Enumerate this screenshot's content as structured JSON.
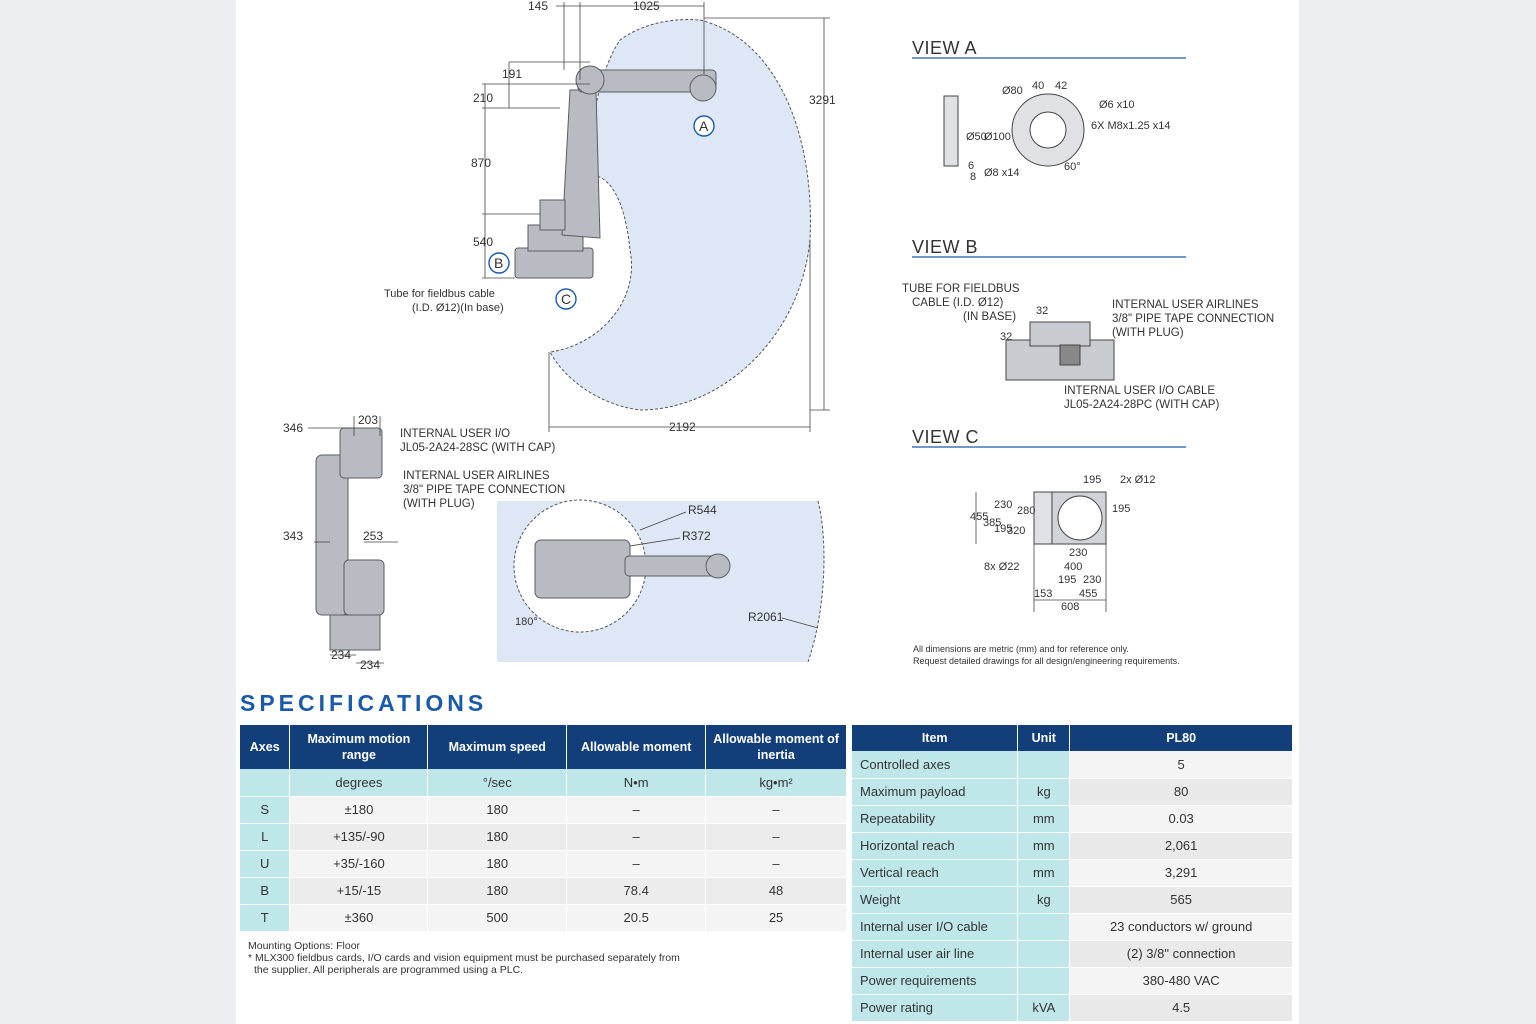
{
  "drawing": {
    "side_view": {
      "dims": [
        "145",
        "1025",
        "191",
        "210",
        "870",
        "540",
        "3291",
        "2192"
      ],
      "callouts": [
        "A",
        "B",
        "C"
      ],
      "base_tube_note": [
        "Tube for fieldbus cable",
        "(I.D. Ø12)(In base)"
      ]
    },
    "rear_view": {
      "dims": [
        "346",
        "203",
        "343",
        "253",
        "234",
        "234"
      ],
      "io_note": [
        "INTERNAL USER I/O",
        "JL05-2A24-28SC (WITH CAP)"
      ],
      "air_note": [
        "INTERNAL USER AIRLINES",
        "3/8\" PIPE TAPE CONNECTION",
        "(WITH PLUG)"
      ]
    },
    "top_view": {
      "dims": [
        "R544",
        "R372",
        "R2061",
        "180°"
      ]
    },
    "view_a": {
      "title": "VIEW A",
      "dims": [
        "40",
        "42",
        "Ø80",
        "Ø6 x10",
        "6X M8x1.25 x14",
        "Ø50",
        "Ø100",
        "6",
        "8",
        "Ø8 x14",
        "60°"
      ]
    },
    "view_b": {
      "title": "VIEW B",
      "tube_note": [
        "TUBE FOR FIELDBUS",
        "CABLE (I.D. Ø12)",
        "(IN BASE)"
      ],
      "dims": [
        "32",
        "32"
      ],
      "air_note": [
        "INTERNAL USER AIRLINES",
        "3/8\" PIPE TAPE CONNECTION",
        "(WITH PLUG)"
      ],
      "io_note": [
        "INTERNAL USER I/O CABLE",
        "JL05-2A24-28PC (WITH CAP)"
      ]
    },
    "view_c": {
      "title": "VIEW C",
      "dims": [
        "195",
        "2x  Ø12",
        "455",
        "385",
        "195",
        "230",
        "320",
        "280",
        "195",
        "230",
        "400",
        "8x Ø22",
        "195",
        "230",
        "153",
        "455",
        "608"
      ]
    },
    "dimensions_note": [
      "All dimensions are metric (mm) and for reference only.",
      "Request detailed drawings for all design/engineering requirements."
    ]
  },
  "specifications": {
    "heading": "SPECIFICATIONS",
    "axes_table": {
      "headers": [
        "Axes",
        "Maximum motion range",
        "Maximum speed",
        "Allowable moment",
        "Allowable moment of inertia"
      ],
      "units": [
        "",
        "degrees",
        "°/sec",
        "N•m",
        "kg•m²"
      ],
      "rows": [
        [
          "S",
          "±180",
          "180",
          "–",
          "–"
        ],
        [
          "L",
          "+135/-90",
          "180",
          "–",
          "–"
        ],
        [
          "U",
          "+35/-160",
          "180",
          "–",
          "–"
        ],
        [
          "B",
          "+15/-15",
          "180",
          "78.4",
          "48"
        ],
        [
          "T",
          "±360",
          "500",
          "20.5",
          "25"
        ]
      ]
    },
    "footnote": [
      "Mounting Options: Floor",
      "* MLX300 fieldbus cards, I/O cards and vision equipment must be purchased separately from",
      "the supplier. All peripherals are programmed using a PLC."
    ],
    "item_table": {
      "headers": [
        "Item",
        "Unit",
        "PL80"
      ],
      "rows": [
        [
          "Controlled axes",
          "",
          "5"
        ],
        [
          "Maximum payload",
          "kg",
          "80"
        ],
        [
          "Repeatability",
          "mm",
          "0.03"
        ],
        [
          "Horizontal reach",
          "mm",
          "2,061"
        ],
        [
          "Vertical reach",
          "mm",
          "3,291"
        ],
        [
          "Weight",
          "kg",
          "565"
        ],
        [
          "Internal user I/O cable",
          "",
          "23 conductors w/ ground"
        ],
        [
          "Internal user air line",
          "",
          "(2) 3/8\" connection"
        ],
        [
          "Power requirements",
          "",
          "380-480 VAC"
        ],
        [
          "Power rating",
          "kVA",
          "4.5"
        ]
      ]
    },
    "colors": {
      "header_blue": "#123e79",
      "heading_blue": "#1a5aa8",
      "unit_teal": "#bfe6e8",
      "envelope": "#dde7f5"
    }
  }
}
